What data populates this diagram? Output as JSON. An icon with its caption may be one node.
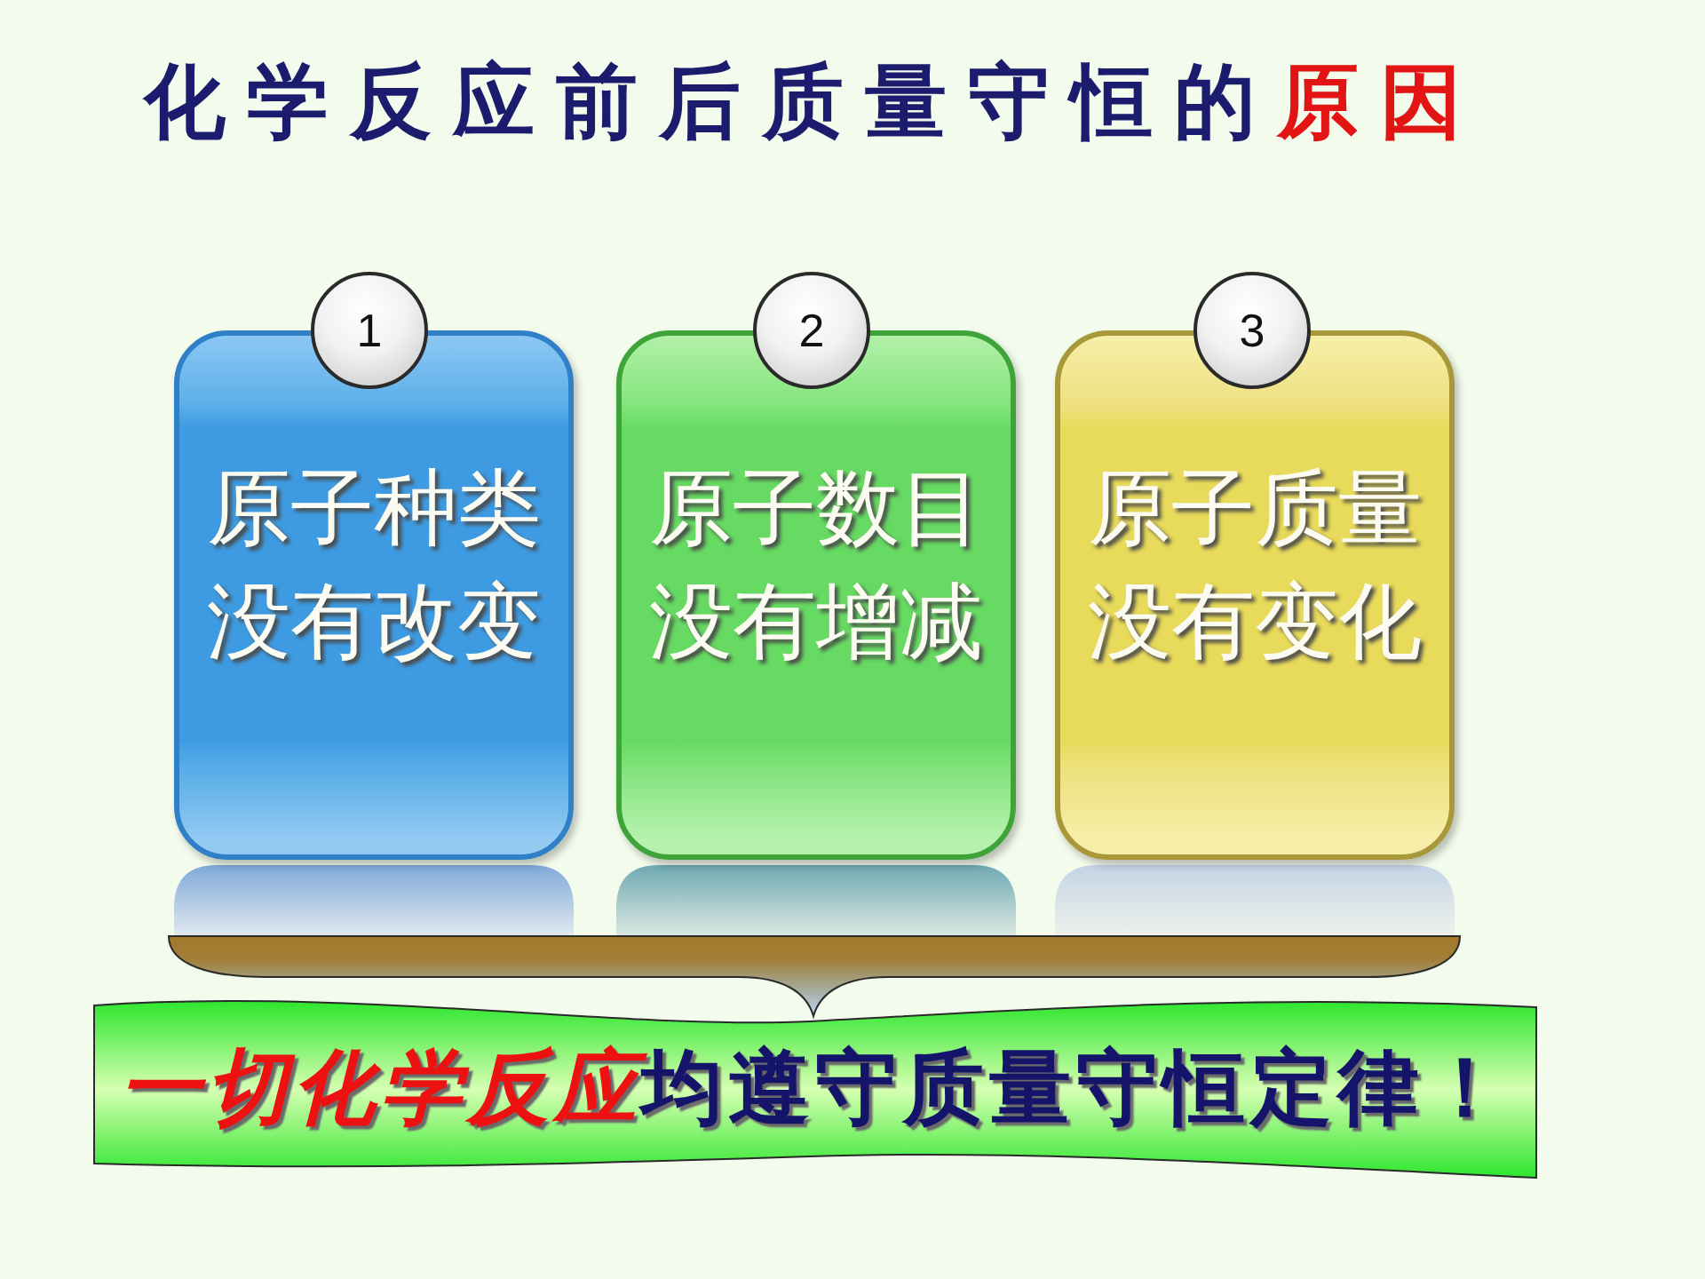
{
  "diagram": {
    "title": "化学反应前后质量守恒的**原因**",
    "nodes": [
      {
        "text": [
          "1"
        ]
      },
      {
        "text": [
          "原子种类没有改变"
        ]
      },
      {
        "text": [
          "2"
        ]
      },
      {
        "text": [
          "原子数目没有增减"
        ]
      },
      {
        "text": [
          "3"
        ]
      },
      {
        "text": [
          "原子质量没有变化"
        ]
      },
      {
        "text": [
          "**一切化学反应**均遵守质量守恒定律！"
        ]
      }
    ]
  }
}
